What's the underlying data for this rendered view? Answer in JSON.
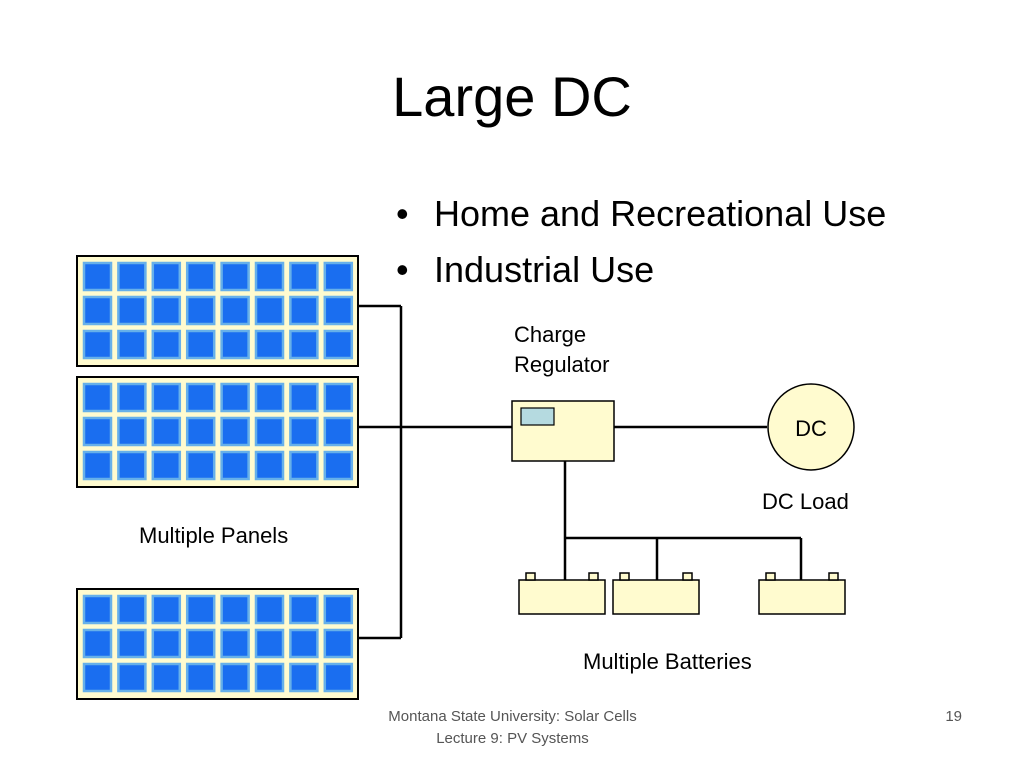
{
  "slide": {
    "title": "Large DC",
    "bullets": [
      "Home and Recreational Use",
      "Industrial Use"
    ],
    "footer_line1": "Montana State University: Solar Cells",
    "footer_line2": "Lecture 9: PV Systems",
    "page_number": "19"
  },
  "diagram": {
    "labels": {
      "panels": "Multiple Panels",
      "regulator_line1": "Charge",
      "regulator_line2": "Regulator",
      "load_symbol": "DC",
      "load": "DC Load",
      "batteries": "Multiple Batteries"
    },
    "panel_count": 3,
    "battery_count": 3,
    "panel_grid": {
      "rows": 3,
      "cols": 8
    }
  },
  "colors": {
    "panel_fill": "#fffbcf",
    "cell_blue": "#1a6ef0",
    "cell_border": "#66b0ea",
    "regulator_fill": "#fffbcf",
    "display_fill": "#b5dae0",
    "load_fill": "#fffbcf",
    "battery_fill": "#fffbcf",
    "wire": "#000000"
  }
}
